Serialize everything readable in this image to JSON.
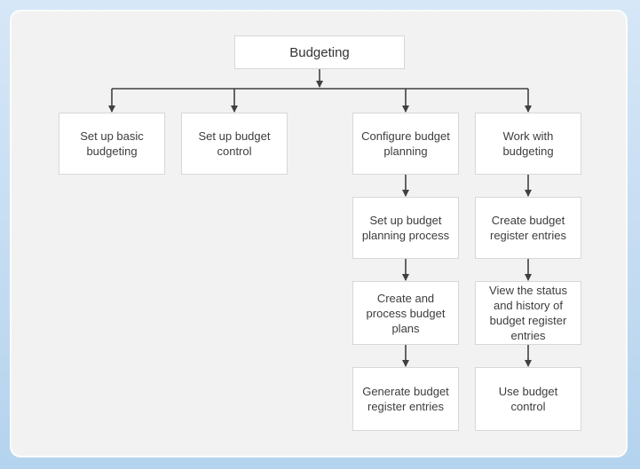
{
  "diagram": {
    "root": {
      "label": "Budgeting"
    },
    "level1": [
      {
        "label": "Set up basic budgeting"
      },
      {
        "label": "Set up budget control"
      },
      {
        "label": "Configure budget planning"
      },
      {
        "label": "Work with budgeting"
      }
    ],
    "configure_budget_planning_flow": [
      {
        "label": "Set up budget planning process"
      },
      {
        "label": "Create and process budget plans"
      },
      {
        "label": "Generate budget register entries"
      }
    ],
    "work_with_budgeting_flow": [
      {
        "label": "Create budget register entries"
      },
      {
        "label": "View the status and history of budget register entries"
      },
      {
        "label": "Use budget control"
      }
    ],
    "colors": {
      "canvas_top": "#d6e7f7",
      "canvas_bottom": "#b4d3ee",
      "panel": "#f2f2f2",
      "node_fill": "#ffffff",
      "node_border": "#d7d7d7",
      "connector": "#404040",
      "text": "#3d3d3d"
    }
  }
}
